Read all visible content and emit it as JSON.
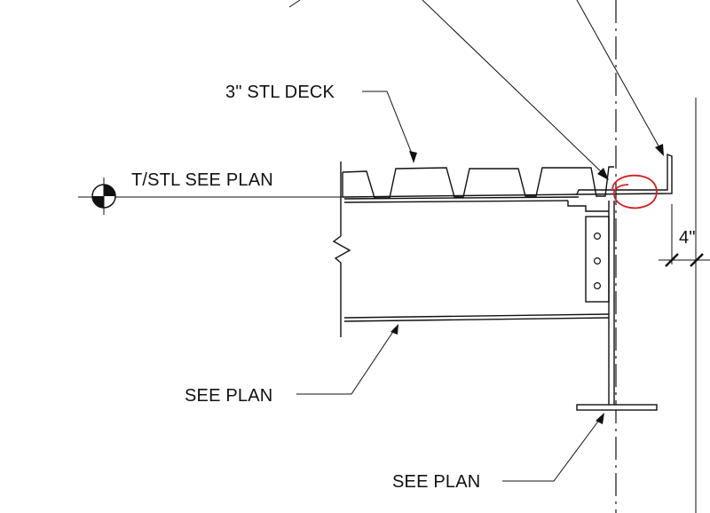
{
  "labels": {
    "deck": "3\" STL DECK",
    "top_of_steel": "T/STL SEE PLAN",
    "beam": "SEE PLAN",
    "column": "SEE PLAN",
    "dimension": "4\""
  },
  "colors": {
    "ink": "#111111",
    "markup": "#d42020",
    "background": "#ffffff"
  }
}
